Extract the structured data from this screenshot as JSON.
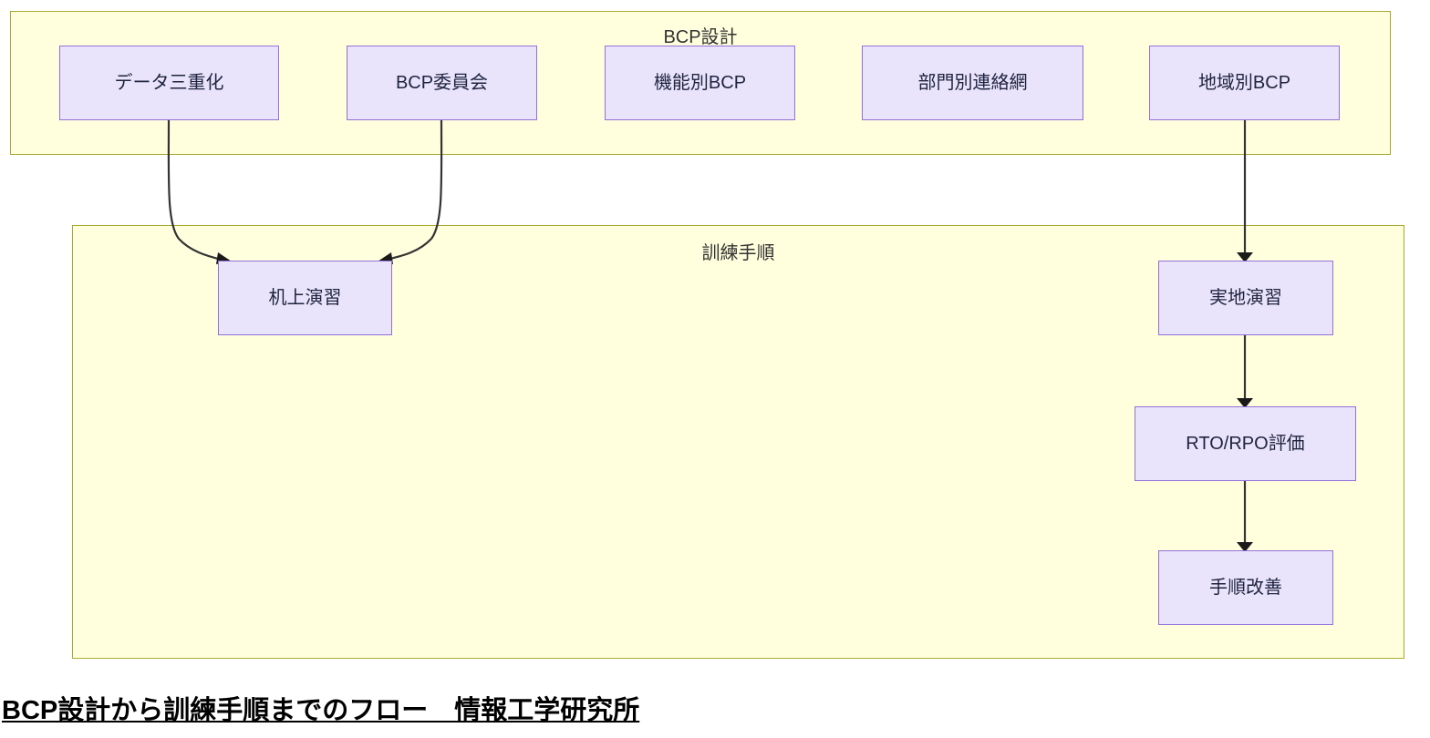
{
  "diagram": {
    "title": "BCP設計から訓練手順までのフロー　情報工学研究所",
    "colors": {
      "cluster_fill": "#ffffde",
      "cluster_border": "#aaaa33",
      "node_fill": "#e9e4fb",
      "node_border": "#9370db",
      "edge_stroke": "#333333",
      "text": "#1f2340",
      "background": "#ffffff"
    },
    "clusters": [
      {
        "id": "bcp-design",
        "label": "BCP設計",
        "nodes": [
          {
            "id": "data-triplication",
            "label": "データ三重化"
          },
          {
            "id": "bcp-committee",
            "label": "BCP委員会"
          },
          {
            "id": "functional-bcp",
            "label": "機能別BCP"
          },
          {
            "id": "dept-contact-net",
            "label": "部門別連絡網"
          },
          {
            "id": "regional-bcp",
            "label": "地域別BCP"
          }
        ]
      },
      {
        "id": "training-procedure",
        "label": "訓練手順",
        "nodes": [
          {
            "id": "tabletop-drill",
            "label": "机上演習"
          },
          {
            "id": "field-drill",
            "label": "実地演習"
          },
          {
            "id": "rto-rpo-eval",
            "label": "RTO/RPO評価"
          },
          {
            "id": "procedure-improve",
            "label": "手順改善"
          }
        ]
      }
    ],
    "edges": [
      {
        "from": "data-triplication",
        "to": "tabletop-drill"
      },
      {
        "from": "bcp-committee",
        "to": "tabletop-drill"
      },
      {
        "from": "regional-bcp",
        "to": "field-drill"
      },
      {
        "from": "field-drill",
        "to": "rto-rpo-eval"
      },
      {
        "from": "rto-rpo-eval",
        "to": "procedure-improve"
      }
    ]
  },
  "caption": {
    "text": "BCP設計から訓練手順までのフロー　情報工学研究所"
  }
}
